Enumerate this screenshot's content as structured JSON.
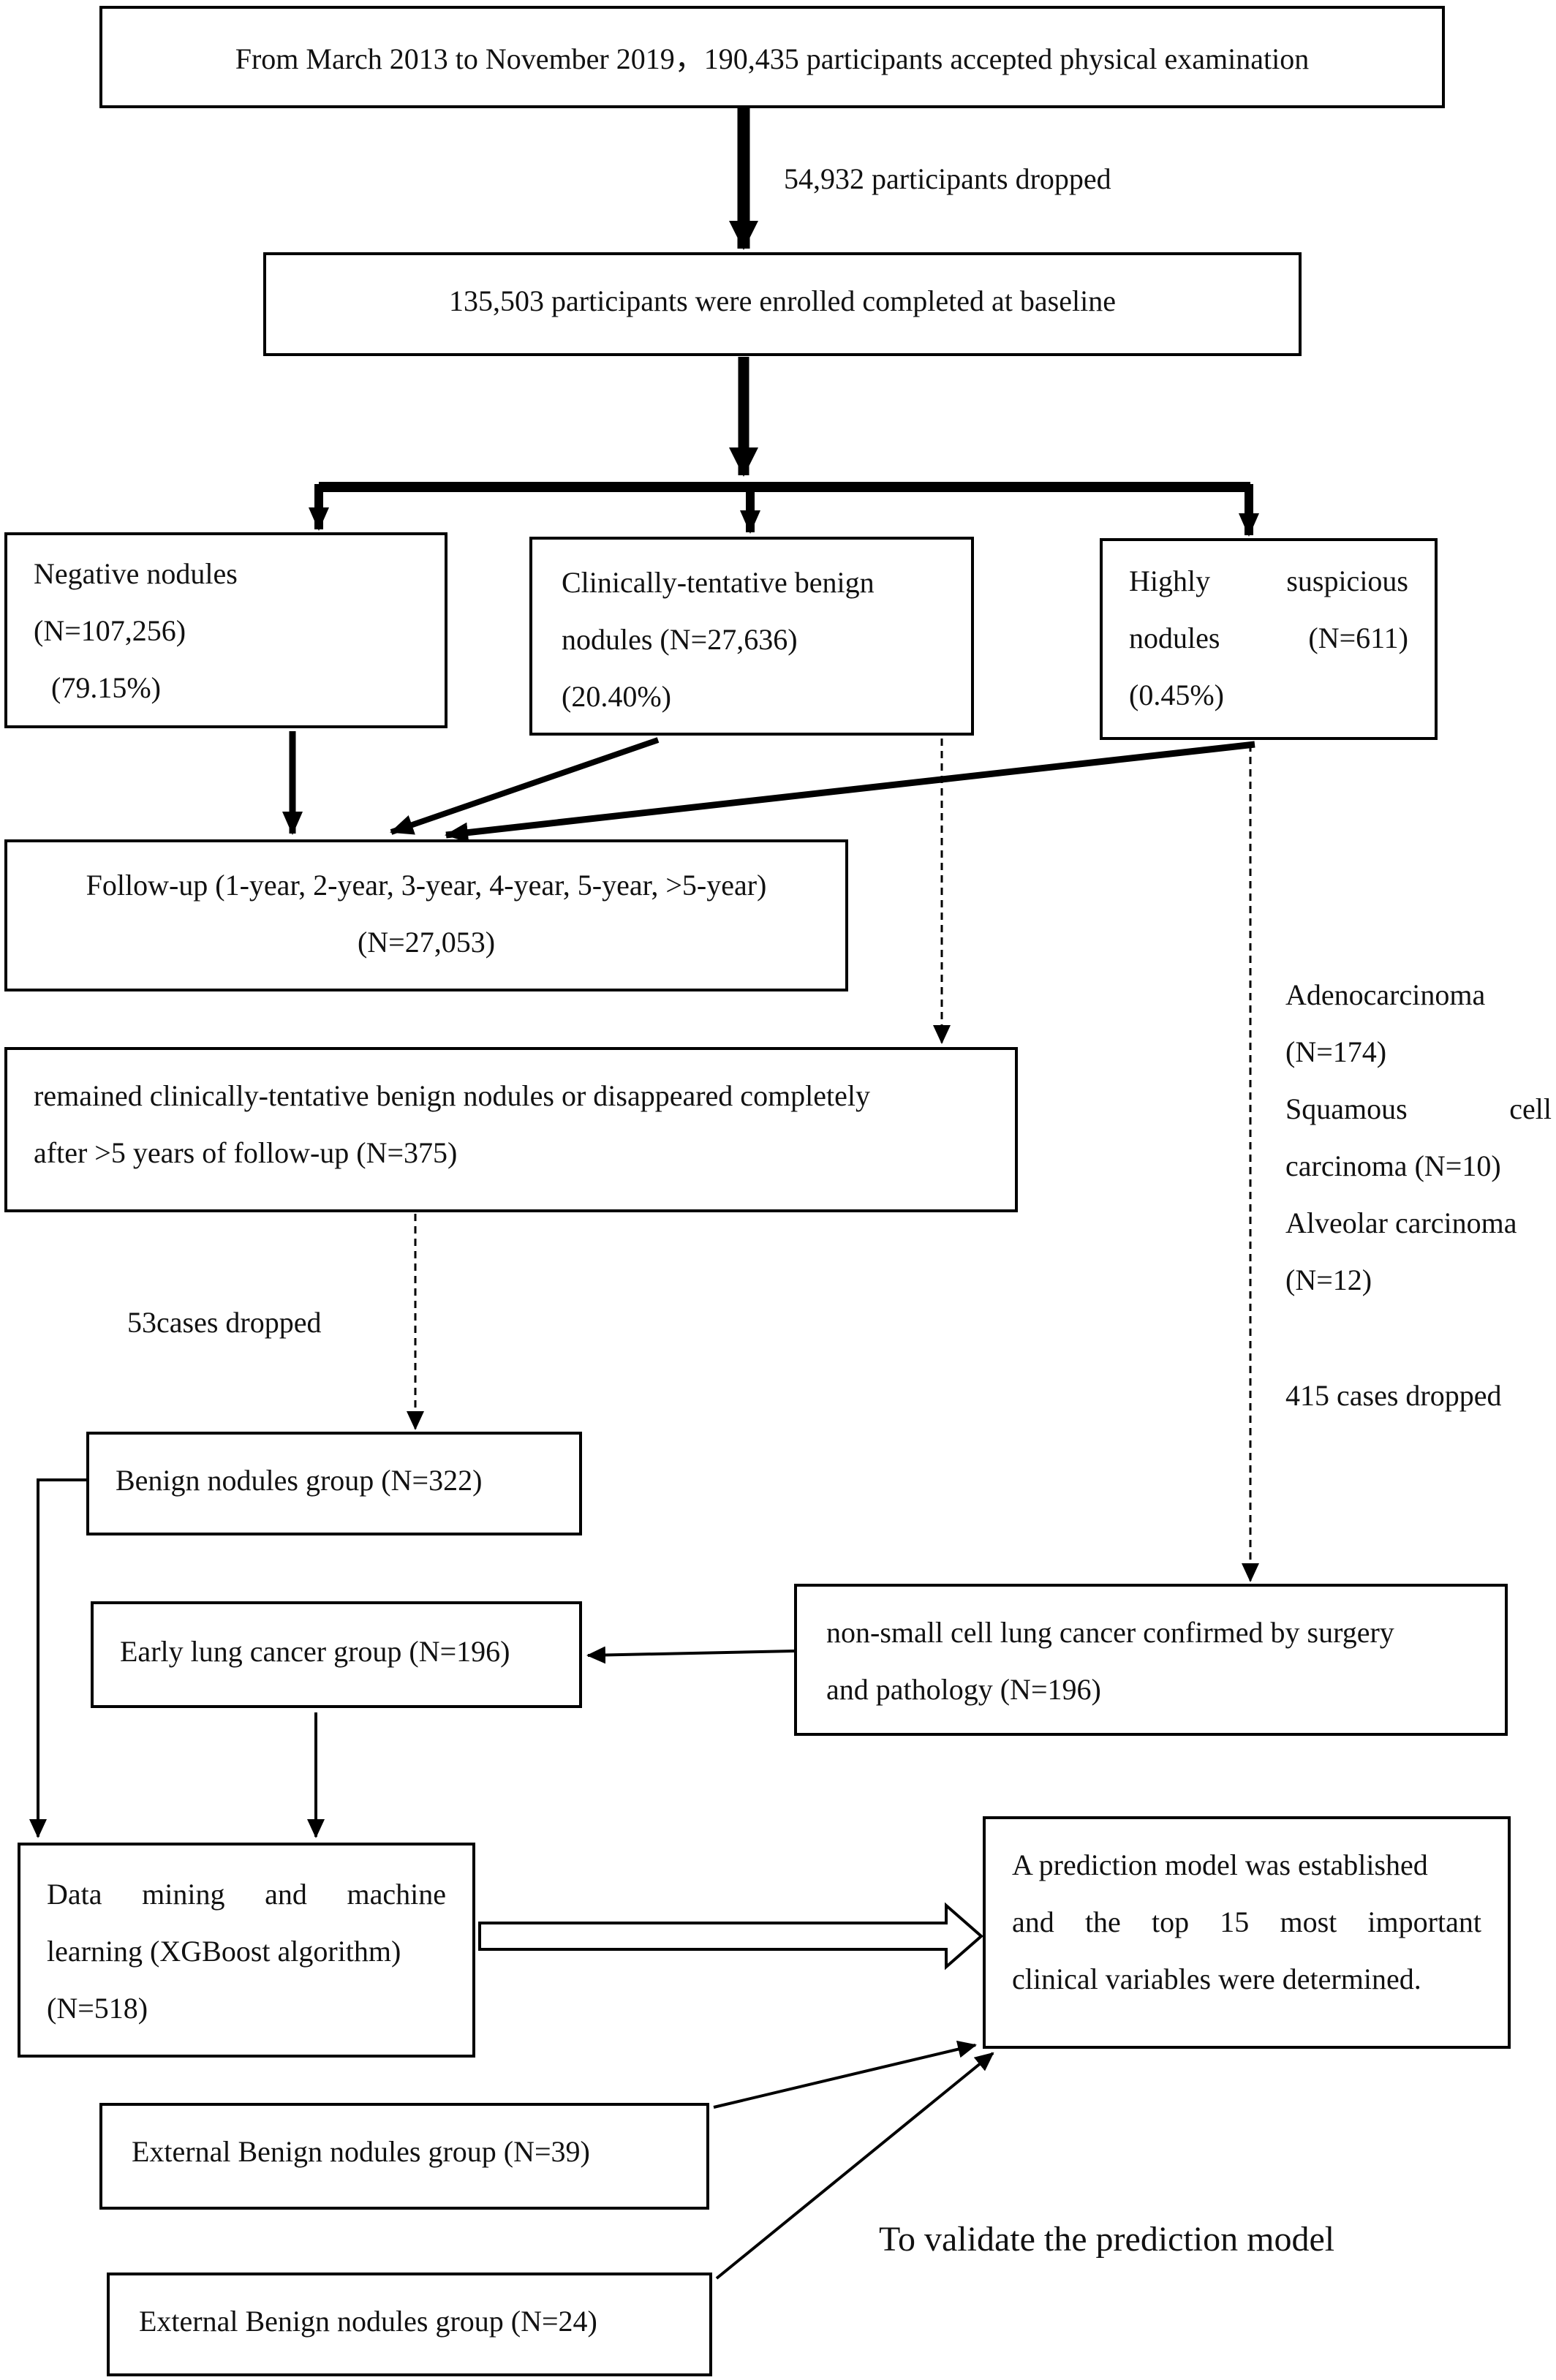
{
  "boxes": {
    "start": "From March 2013 to November 2019，190,435 participants accepted physical examination",
    "enrolled": "135,503 participants were enrolled completed at baseline",
    "negative": {
      "l1": "Negative nodules",
      "l2": "(N=107,256)",
      "l3": "(79.15%)"
    },
    "benign_tentative": {
      "l1": "Clinically-tentative benign",
      "l2": "nodules (N=27,636)",
      "l3": "(20.40%)"
    },
    "suspicious": {
      "l1a": "Highly",
      "l1b": "suspicious",
      "l2a": "nodules",
      "l2b": "(N=611)",
      "l3": "(0.45%)"
    },
    "followup": {
      "l1": "Follow-up (1-year, 2-year, 3-year, 4-year, 5-year, >5-year)",
      "l2": "(N=27,053)"
    },
    "remained": {
      "l1": "remained clinically-tentative benign nodules or disappeared completely",
      "l2": "after >5 years of follow-up (N=375)"
    },
    "benign_group": "Benign nodules group (N=322)",
    "early_cancer": "Early lung cancer group (N=196)",
    "nsclc": {
      "l1": "non-small cell lung cancer confirmed by surgery",
      "l2": "and pathology (N=196)"
    },
    "mining": {
      "l1a": "Data",
      "l1b": "mining",
      "l1c": "and",
      "l1d": "machine",
      "l2": "learning (XGBoost algorithm)",
      "l3": "(N=518)"
    },
    "model": {
      "l1": "A prediction model was established",
      "l2a": "and",
      "l2b": "the",
      "l2c": "top",
      "l2d": "15",
      "l2e": "most",
      "l2f": "important",
      "l3": "clinical variables were determined."
    },
    "ext1": "External Benign nodules group (N=39)",
    "ext2": "External Benign nodules group (N=24)"
  },
  "labels": {
    "dropped_54932": "54,932 participants dropped",
    "dropped_53": "53cases dropped",
    "adeno_1": "Adenocarcinoma",
    "adeno_2": "(N=174)",
    "squamous_1a": "Squamous",
    "squamous_1b": "cell",
    "squamous_2": "carcinoma (N=10)",
    "alveolar_1": "Alveolar carcinoma",
    "alveolar_2": "(N=12)",
    "dropped_415": "415 cases dropped",
    "validate": "To validate the prediction model"
  }
}
